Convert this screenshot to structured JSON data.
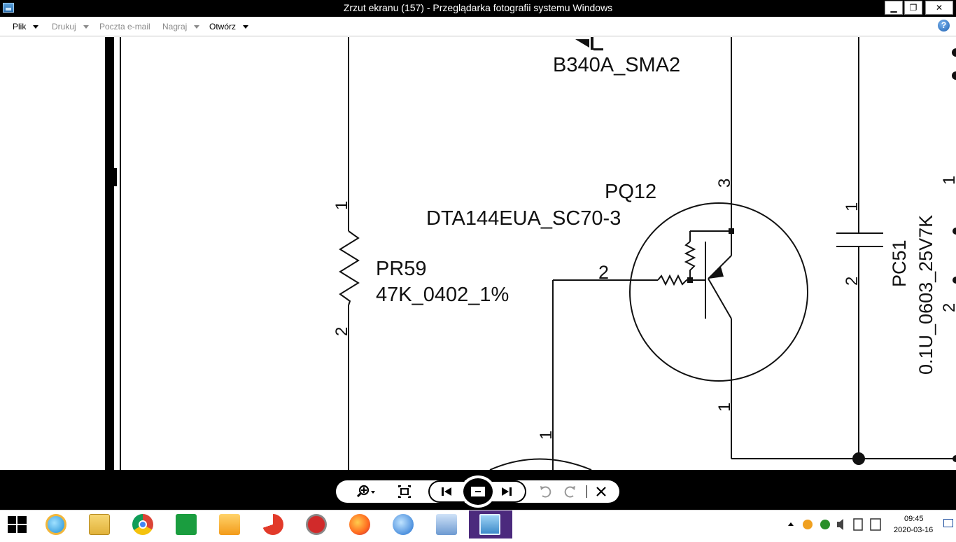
{
  "window": {
    "title": "Zrzut ekranu (157) - Przeglądarka fotografii systemu Windows",
    "controls": {
      "minimize": "▁",
      "maximize": "❐",
      "close": "✕"
    }
  },
  "menu": {
    "items": [
      {
        "label": "Plik",
        "enabled": true
      },
      {
        "label": "Drukuj",
        "enabled": false
      },
      {
        "label": "Poczta e-mail",
        "enabled": false
      },
      {
        "label": "Nagraj",
        "enabled": false
      },
      {
        "label": "Otwórz",
        "enabled": true
      }
    ],
    "help": "?"
  },
  "schematic": {
    "diode_label": "B340A_SMA2",
    "transistor_ref": "PQ12",
    "transistor_part": "DTA144EUA_SC70-3",
    "resistor_ref": "PR59",
    "resistor_value": "47K_0402_1%",
    "capacitor_ref": "PC51",
    "capacitor_value": "0.1U_0603_25V7K",
    "pin_1": "1",
    "pin_2": "2",
    "pin_3": "3"
  },
  "toolbar": {
    "zoom_icon": "magnifier-icon",
    "fit_icon": "fit-window-icon",
    "previous_icon": "previous-icon",
    "slideshow_icon": "slideshow-icon",
    "next_icon": "next-icon",
    "rotate_left_icon": "rotate-left-icon",
    "rotate_right_icon": "rotate-right-icon",
    "delete_icon": "delete-icon"
  },
  "taskbar": {
    "apps": [
      "Start",
      "Internet Explorer",
      "File Explorer",
      "Google Chrome",
      "Microsoft Store",
      "Media Player",
      "CCleaner",
      "Nero",
      "Firefox",
      "Thunderbird",
      "Search",
      "Photo Viewer"
    ],
    "time": "09:45",
    "date": "2020-03-16"
  },
  "colors": {
    "titlebar": "#000000",
    "accent_taskbar_active": "#4b2a7d"
  }
}
